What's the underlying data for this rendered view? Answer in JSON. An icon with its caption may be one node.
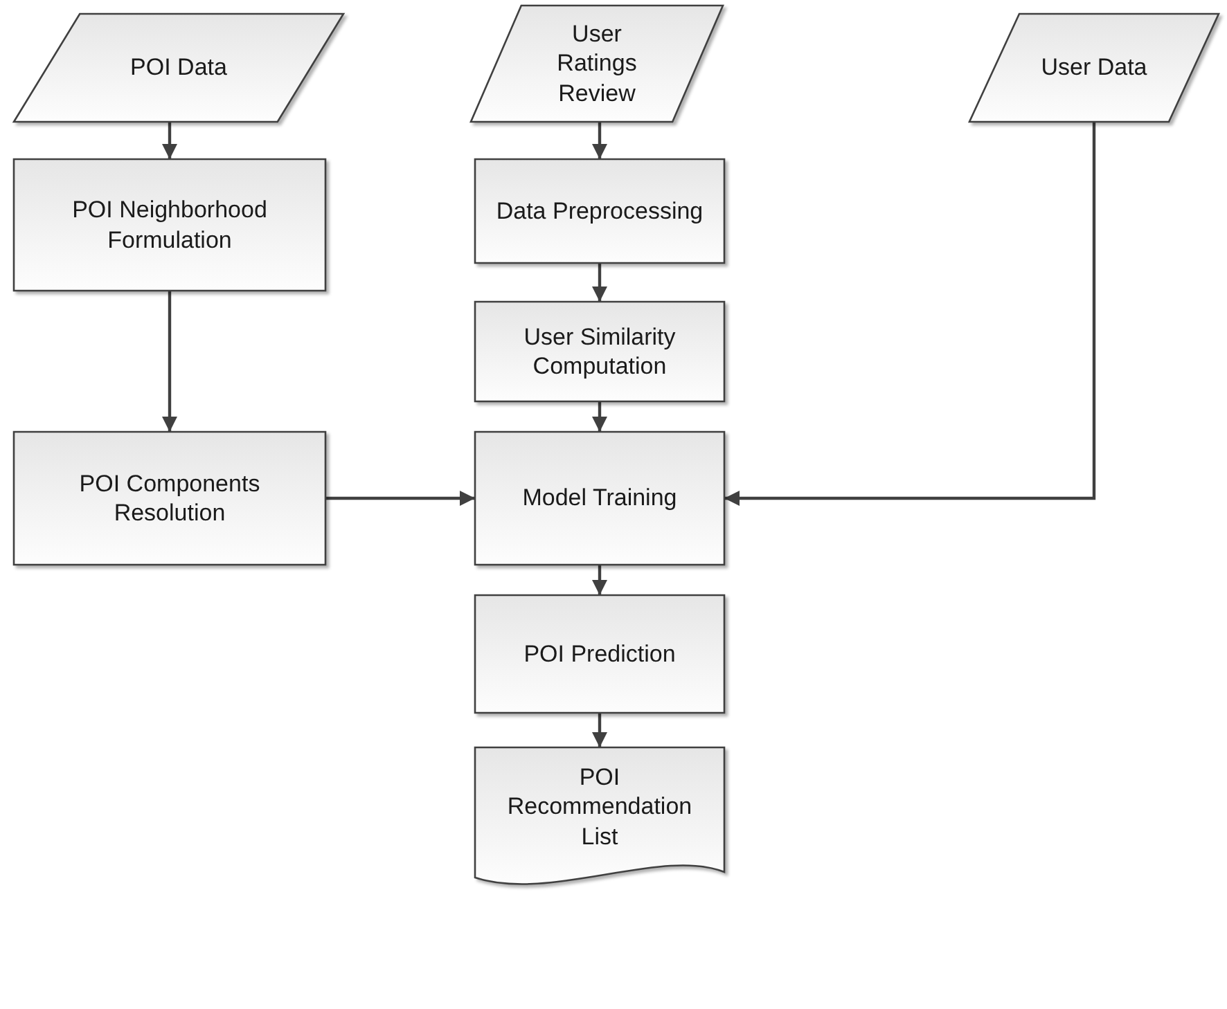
{
  "diagram": {
    "nodes": [
      {
        "text": [
          "POI Data"
        ]
      },
      {
        "text": [
          "User Ratings Review"
        ]
      },
      {
        "text": [
          "User Data"
        ]
      },
      {
        "text": [
          "POI Neighborhood Formulation"
        ]
      },
      {
        "text": [
          "Data Preprocessing"
        ]
      },
      {
        "text": [
          "User Similarity Computation"
        ]
      },
      {
        "text": [
          "POI Components Resolution"
        ]
      },
      {
        "text": [
          "Model Training"
        ]
      },
      {
        "text": [
          "POI Prediction"
        ]
      },
      {
        "text": [
          "POI Recommendation List"
        ]
      }
    ],
    "edges": [
      {
        "from": 0,
        "to": 3,
        "arrow": "to"
      },
      {
        "from": 1,
        "to": 4,
        "arrow": "to"
      },
      {
        "from": 4,
        "to": 5,
        "arrow": "to"
      },
      {
        "from": 3,
        "to": 6,
        "arrow": "to"
      },
      {
        "from": 5,
        "to": 7,
        "arrow": "to"
      },
      {
        "from": 6,
        "to": 7,
        "arrow": "to"
      },
      {
        "from": 2,
        "to": 7,
        "arrow": "to"
      },
      {
        "from": 7,
        "to": 8,
        "arrow": "to"
      },
      {
        "from": 8,
        "to": 9,
        "arrow": "to"
      }
    ]
  }
}
